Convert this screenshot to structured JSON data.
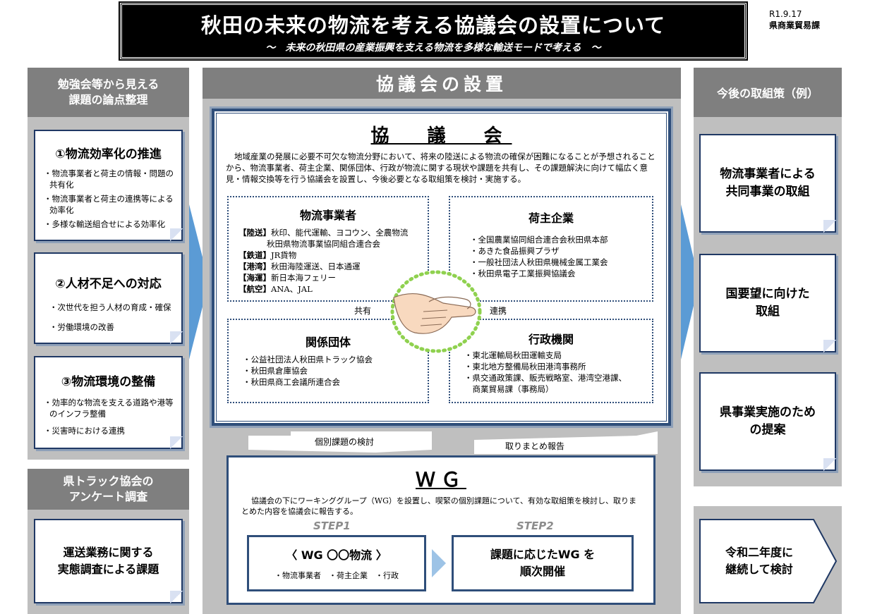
{
  "header": {
    "title": "秋田の未来の物流を考える協議会の設置について",
    "subtitle": "～　未来の秋田県の産業振興を支える物流を多様な輸送モードで考える　～",
    "date": "R1.9.17",
    "department": "県商業貿易課"
  },
  "left": {
    "heading_1": "勉強会等から見える",
    "heading_2": "課題の論点整理",
    "cards": [
      {
        "title": "①物流効率化の推進",
        "items": [
          "・物流事業者と荷主の情報・問題の共有化",
          "・物流事業者と荷主の連携等による効率化",
          "・多様な輸送組合せによる効率化"
        ]
      },
      {
        "title": "②人材不足への対応",
        "items": [
          "・次世代を担う人材の育成・確保",
          "・労働環境の改善"
        ]
      },
      {
        "title": "③物流環境の整備",
        "items": [
          "・効率的な物流を支える道路や港等のインフラ整備",
          "・災害時における連携"
        ]
      }
    ],
    "survey_heading_1": "県トラック協会の",
    "survey_heading_2": "アンケート調査",
    "survey_card_1": "運送業務に関する",
    "survey_card_2": "実態調査による課題"
  },
  "center": {
    "heading": "協議会の設置",
    "council_title": "協　議　会",
    "council_desc": "地域産業の発展に必要不可欠な物流分野において、将来の陸送による物流の確保が困難になることが予想されることから、物流事業者、荷主企業、関係団体、行政が物流に関する現状や課題を共有し、その課題解決に向けて幅広く意見・情報交換等を行う協議会を設置し、今後必要となる取組策を検討・実施する。",
    "logistics": {
      "title": "物流事業者",
      "rows": [
        {
          "tag": "【陸送】",
          "text": "秋印、能代運輸、ヨコウン、全農物流"
        },
        {
          "tag": "",
          "text": "秋田県物流事業協同組合連合会"
        },
        {
          "tag": "【鉄道】",
          "text": "JR貨物"
        },
        {
          "tag": "【港湾】",
          "text": "秋田海陸運送、日本通運"
        },
        {
          "tag": "【海運】",
          "text": "新日本海フェリー"
        },
        {
          "tag": "【航空】",
          "text": "ANA、JAL"
        }
      ]
    },
    "shipper": {
      "title": "荷主企業",
      "items": [
        "・全国農業協同組合連合会秋田県本部",
        "・あきた食品振興プラザ",
        "・一般社団法人秋田県機械金属工業会",
        "・秋田県電子工業振興協議会"
      ]
    },
    "groups": {
      "title": "関係団体",
      "items": [
        "・公益社団法人秋田県トラック協会",
        "・秋田県倉庫協会",
        "・秋田県商工会議所連合会"
      ]
    },
    "gov": {
      "title": "行政機関",
      "items": [
        "・東北運輸局秋田運輸支局",
        "・東北地方整備局秋田港湾事務所",
        "・県交通政策課、販売戦略室、港湾空港課、",
        "　商業貿易課（事務局）"
      ]
    },
    "share_label": "共有",
    "coop_label": "連携",
    "arrow_down_label": "個別課題の検討",
    "arrow_up_label": "取りまとめ報告",
    "wg_title": "ＷＧ",
    "wg_desc": "協議会の下にワーキンググループ（WG）を設置し、喫緊の個別課題について、有効な取組策を検討し、取りまとめた内容を協議会に報告する。",
    "step1_label": "STEP1",
    "step2_label": "STEP2",
    "step1_title": "〈 WG 〇〇物流 〉",
    "step1_items": "・物流事業者　・荷主企業　・行政",
    "step2_line1": "課題に応じたWG を",
    "step2_line2": "順次開催"
  },
  "right": {
    "heading": "今後の取組策（例）",
    "cards": [
      {
        "line1": "物流事業者による",
        "line2": "共同事業の取組"
      },
      {
        "line1": "国要望に向けた",
        "line2": "取組"
      },
      {
        "line1": "県事業実施のため",
        "line2": "の提案"
      }
    ],
    "next_line1": "令和二年度に",
    "next_line2": "継続して検討"
  },
  "colors": {
    "navy": "#1f3864",
    "gray_dark": "#7f7f7f",
    "gray_light": "#bfbfbf",
    "arrow_blue": "#5b9bd5"
  }
}
